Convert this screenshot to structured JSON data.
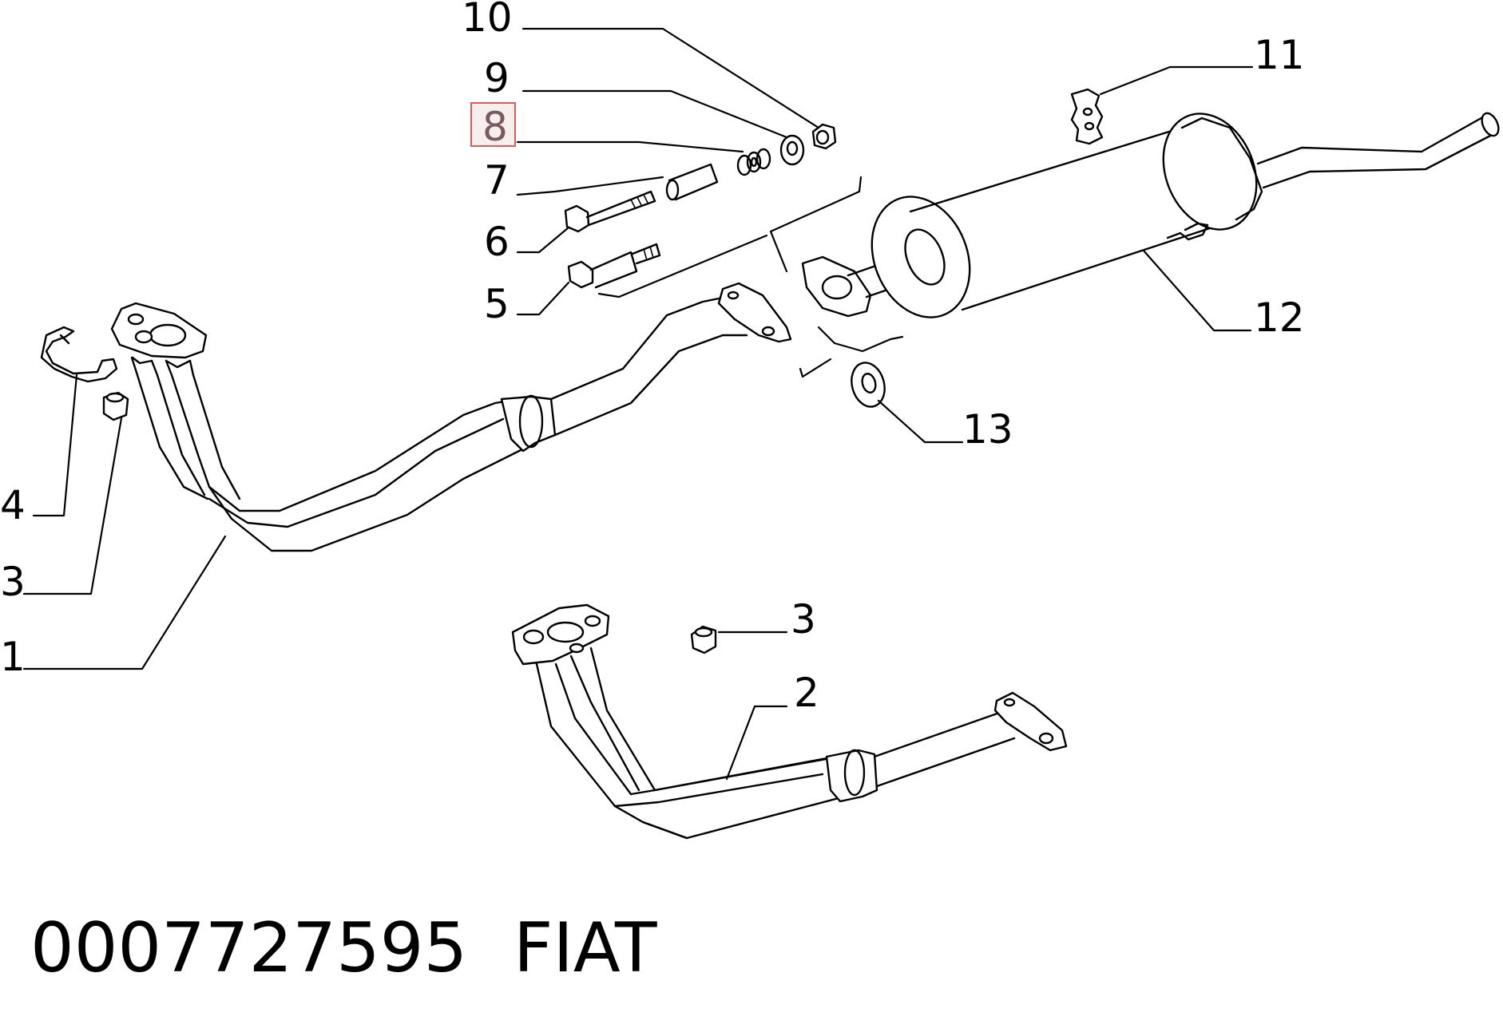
{
  "diagram": {
    "part_number": "0007727595",
    "brand": "FIAT",
    "highlighted_callout": "8",
    "colors": {
      "line": "#000000",
      "highlight_border": "#d85a5a",
      "highlight_fill": "#f7eeee",
      "highlight_text": "#7a5a5e"
    },
    "callouts": [
      {
        "id": "1",
        "label": "1"
      },
      {
        "id": "2",
        "label": "2"
      },
      {
        "id": "3a",
        "label": "3"
      },
      {
        "id": "3b",
        "label": "3"
      },
      {
        "id": "4",
        "label": "4"
      },
      {
        "id": "5",
        "label": "5"
      },
      {
        "id": "6",
        "label": "6"
      },
      {
        "id": "7",
        "label": "7"
      },
      {
        "id": "8",
        "label": "8"
      },
      {
        "id": "9",
        "label": "9"
      },
      {
        "id": "10",
        "label": "10"
      },
      {
        "id": "11",
        "label": "11"
      },
      {
        "id": "12",
        "label": "12"
      },
      {
        "id": "13",
        "label": "13"
      }
    ]
  }
}
